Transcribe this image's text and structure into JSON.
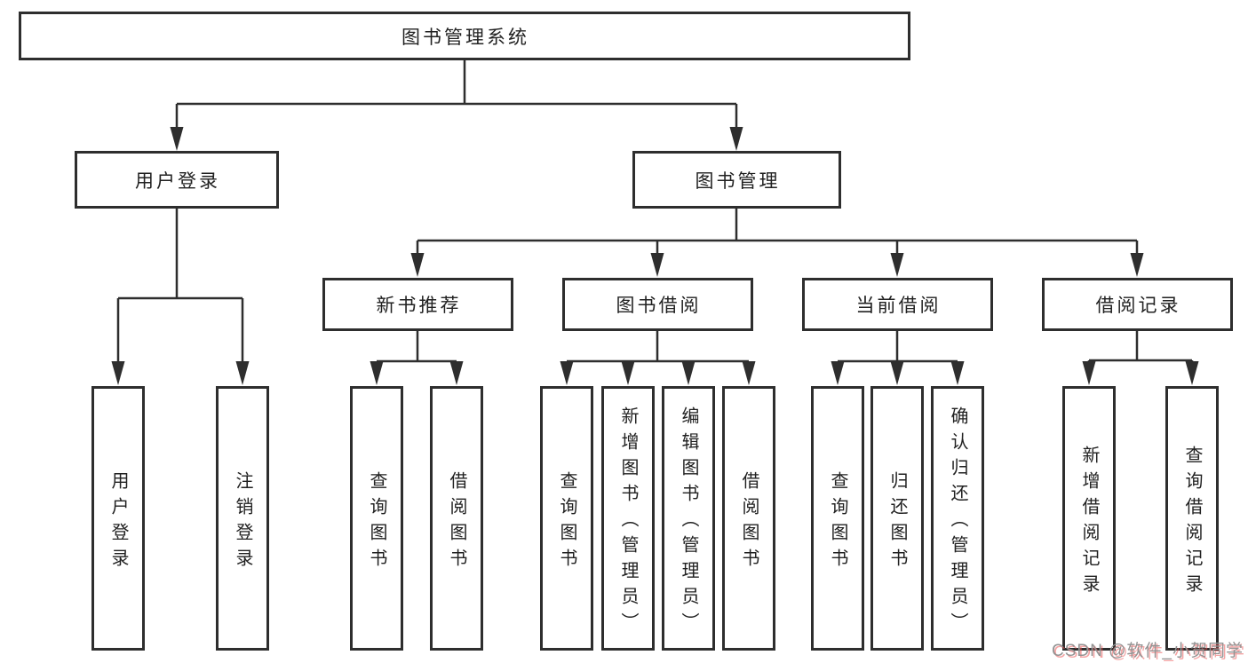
{
  "colors": {
    "line_color": "#2e2e2e",
    "text_color": "#212121",
    "bg_color": "#ffffff",
    "watermark_color": "#939393"
  },
  "diagram": {
    "root": {
      "label": "图书管理系统"
    },
    "user_login": {
      "label": "用户登录",
      "children": [
        {
          "label": "用户登录"
        },
        {
          "label": "注销登录"
        }
      ]
    },
    "book_management": {
      "label": "图书管理",
      "sections": [
        {
          "label": "新书推荐",
          "children": [
            {
              "label": "查询图书"
            },
            {
              "label": "借阅图书"
            }
          ]
        },
        {
          "label": "图书借阅",
          "children": [
            {
              "label": "查询图书"
            },
            {
              "label": "新增图书（管理员）"
            },
            {
              "label": "编辑图书（管理员）"
            },
            {
              "label": "借阅图书"
            }
          ]
        },
        {
          "label": "当前借阅",
          "children": [
            {
              "label": "查询图书"
            },
            {
              "label": "归还图书"
            },
            {
              "label": "确认归还（管理员）"
            }
          ]
        },
        {
          "label": "借阅记录",
          "children": [
            {
              "label": "新增借阅记录"
            },
            {
              "label": "查询借阅记录"
            }
          ]
        }
      ]
    }
  },
  "watermark": {
    "text": "CSDN @软件_小贺同学"
  }
}
